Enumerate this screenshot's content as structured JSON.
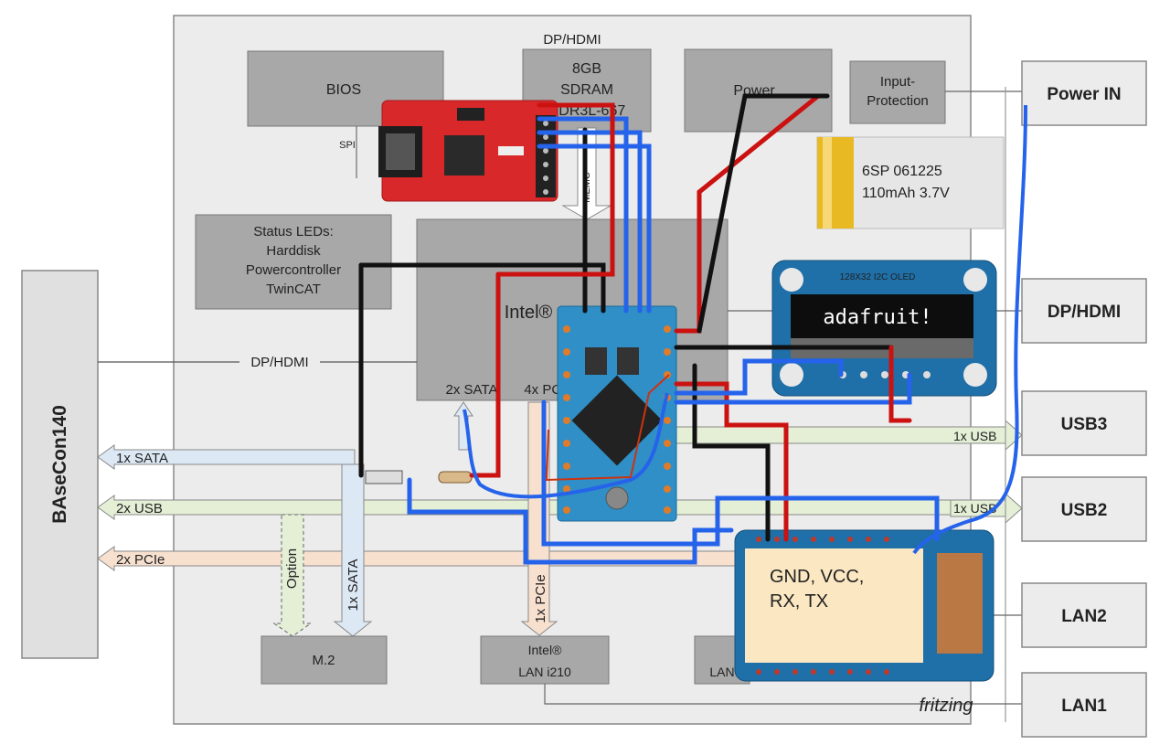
{
  "board": {
    "top_label": "DP/HDMI",
    "bios": "BIOS",
    "spi": "SPI",
    "sdram": [
      "8GB",
      "SDRAM",
      "DDR3L-667"
    ],
    "power": "Power",
    "input_protection": [
      "Input-",
      "Protection"
    ],
    "memc": "MEMC",
    "status_leds": [
      "Status LEDs:",
      "Harddisk",
      "Powercontroller",
      "TwinCAT"
    ],
    "cpu": "Intel®",
    "cpu_sata": "2x SATA",
    "cpu_pcie": "4x PCIe",
    "dp_hdmi_line": "DP/HDMI",
    "m2": "M.2",
    "lan_chip": [
      "Intel®",
      "LAN i210"
    ],
    "lan_other": "LAN",
    "option": "Option",
    "sata_down": "1x SATA",
    "pcie_down": "1x PCIe"
  },
  "arrows": {
    "sata": "1x SATA",
    "usb": "2x USB",
    "pcie": "2x PCIe",
    "usb3_right": "1x USB",
    "usb2_right": "1x USB"
  },
  "left_connector": "BAseCon140",
  "right_ports": [
    "Power IN",
    "DP/HDMI",
    "USB3",
    "USB2",
    "LAN2",
    "LAN1"
  ],
  "battery": [
    "6SP 061225",
    "110mAh 3.7V"
  ],
  "oled": "adafruit!",
  "oled_header": "128X32 I2C OLED",
  "wifi_note": [
    "GND, VCC,",
    "RX, TX"
  ],
  "watermark": "fritzing",
  "colors": {
    "board_bg": "#ececec",
    "block": "#a8a8a8",
    "ftdi_red": "#d8282a",
    "arduino_blue": "#2f8fc6",
    "oled_blue": "#1f6fa8",
    "wire_blue": "#2563eb",
    "wire_red": "#cc1111",
    "wire_black": "#111111",
    "battery_yellow": "#e8b923",
    "sata_arrow": "#dde8f5",
    "usb_arrow": "#e4efd6",
    "pcie_arrow": "#f8e0cf"
  }
}
